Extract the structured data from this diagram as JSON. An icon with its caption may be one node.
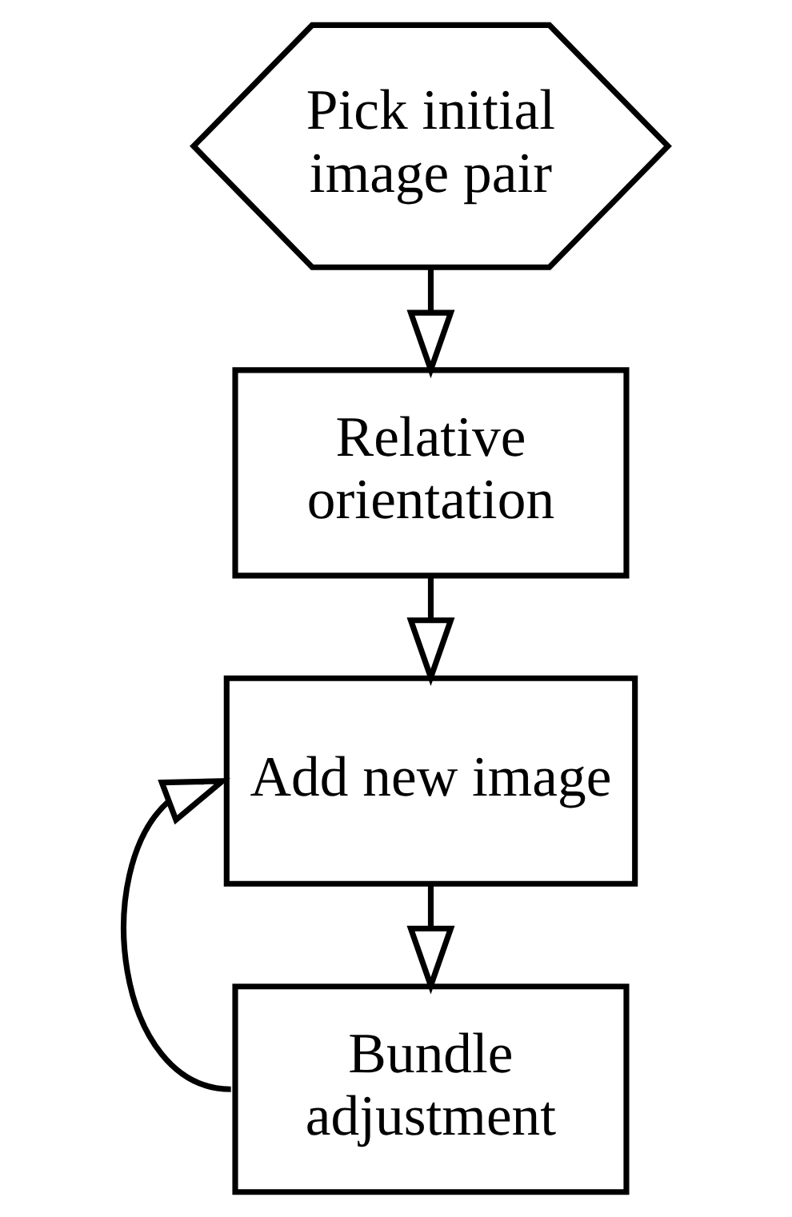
{
  "diagram": {
    "nodes": [
      {
        "text": [
          "Pick initial image pair"
        ]
      },
      {
        "text": [
          "Relative orientation"
        ]
      },
      {
        "text": [
          "Add new image"
        ]
      },
      {
        "text": [
          "Bundle adjustment"
        ]
      }
    ],
    "edges": [
      {
        "from": 0,
        "to": 1,
        "arrow": "to"
      },
      {
        "from": 1,
        "to": 2,
        "arrow": "to"
      },
      {
        "from": 2,
        "to": 3,
        "arrow": "to"
      },
      {
        "from": 3,
        "to": 2,
        "arrow": "to"
      }
    ]
  }
}
